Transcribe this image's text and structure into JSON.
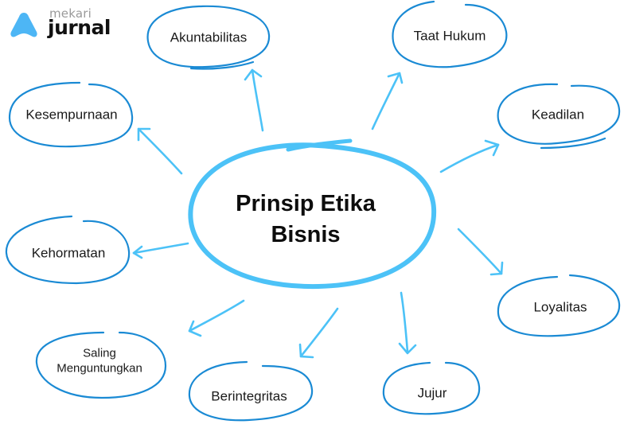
{
  "brand": {
    "top": "mekari",
    "main": "jurnal",
    "accent_color": "#4db6f5"
  },
  "colors": {
    "node_outline": "#1a8ad4",
    "center_outline": "#4cc2f7",
    "arrow": "#4cc2f7",
    "text": "#1a1a1a"
  },
  "center": {
    "line1": "Prinsip Etika",
    "line2": "Bisnis"
  },
  "nodes": [
    {
      "id": "akuntabilitas",
      "label": "Akuntabilitas"
    },
    {
      "id": "taat-hukum",
      "label": "Taat Hukum"
    },
    {
      "id": "keadilan",
      "label": "Keadilan"
    },
    {
      "id": "loyalitas",
      "label": "Loyalitas"
    },
    {
      "id": "jujur",
      "label": "Jujur"
    },
    {
      "id": "berintegritas",
      "label": "Berintegritas"
    },
    {
      "id": "saling-menguntungkan",
      "label_line1": "Saling",
      "label_line2": "Menguntungkan"
    },
    {
      "id": "kehormatan",
      "label": "Kehormatan"
    },
    {
      "id": "kesempurnaan",
      "label": "Kesempurnaan"
    }
  ]
}
